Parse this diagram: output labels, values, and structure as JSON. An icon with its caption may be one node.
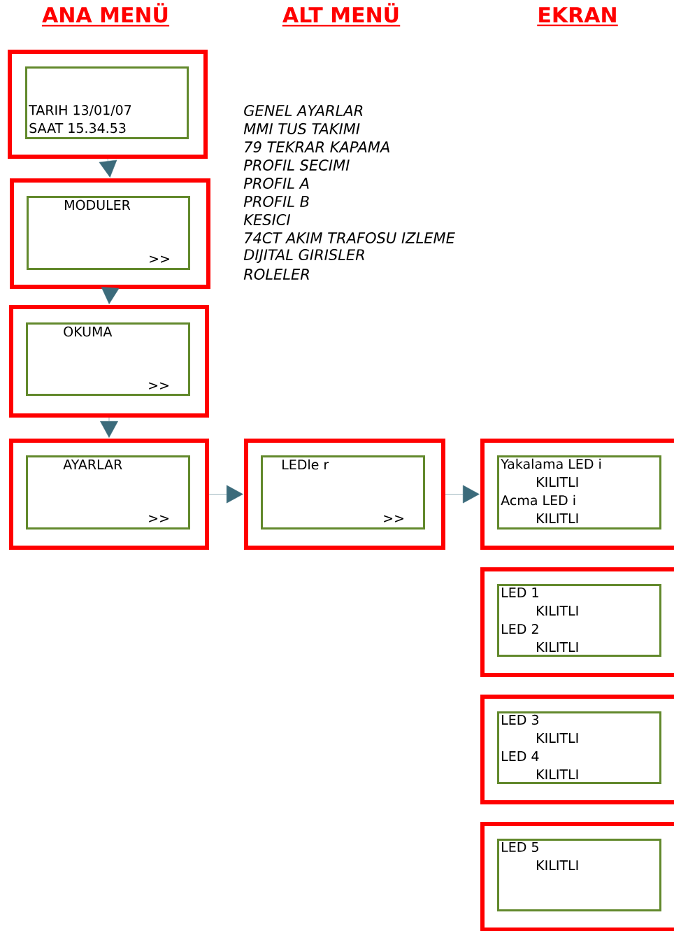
{
  "diagram": {
    "nodes": [
      {
        "text": [],
        "shape": "box"
      },
      {
        "text": [
          "TARIH 13/01/07",
          "SAAT 15.34.53"
        ],
        "in": 0
      },
      {
        "text": [],
        "shape": "box"
      },
      {
        "text": [
          "MODULER",
          ">>"
        ],
        "in": 2
      },
      {
        "text": [],
        "shape": "box"
      },
      {
        "text": [
          "OKUMA",
          ">>"
        ],
        "in": 4
      },
      {
        "text": [],
        "shape": "box"
      },
      {
        "text": [
          "AYARLAR",
          ">>"
        ],
        "in": 6
      },
      {
        "text": [],
        "shape": "box"
      },
      {
        "text": [
          "LEDle r",
          ">>"
        ],
        "in": 8
      },
      {
        "text": [],
        "shape": "box"
      },
      {
        "text": [
          "Yakalama LED i",
          "KILITLI",
          "Acma LED i",
          "KILITLI"
        ],
        "in": 10
      },
      {
        "text": [],
        "shape": "box"
      },
      {
        "text": [
          "LED 1",
          "KILITLI",
          "LED 2",
          "KILITLI"
        ],
        "in": 12
      },
      {
        "text": [],
        "shape": "box"
      },
      {
        "text": [
          "LED 3",
          "KILITLI",
          "LED 4",
          "KILITLI"
        ],
        "in": 14
      },
      {
        "text": [],
        "shape": "box"
      },
      {
        "text": [
          "LED 5",
          "KILITLI"
        ],
        "in": 16
      }
    ],
    "edges": [
      {
        "from": 0,
        "to": 2,
        "arrow": "to"
      },
      {
        "from": 2,
        "to": 4,
        "arrow": "to"
      },
      {
        "from": 4,
        "to": 6,
        "arrow": "to"
      },
      {
        "from": 6,
        "to": 8,
        "arrow": "to"
      },
      {
        "from": 8,
        "to": 10,
        "arrow": "to"
      }
    ],
    "labels": [
      "ANA MENÜ",
      "ALT MENÜ",
      "EKRAN",
      "GENEL AYARLAR",
      "MMI TUS TAKIMI",
      "79 TEKRAR KAPAMA",
      "PROFIL SECIMI",
      "PROFIL A",
      "PROFIL B",
      "KESICI",
      "74CT AKIM TRAFOSU IZLEME",
      "DIJITAL GIRISLER",
      "ROLELER"
    ]
  }
}
